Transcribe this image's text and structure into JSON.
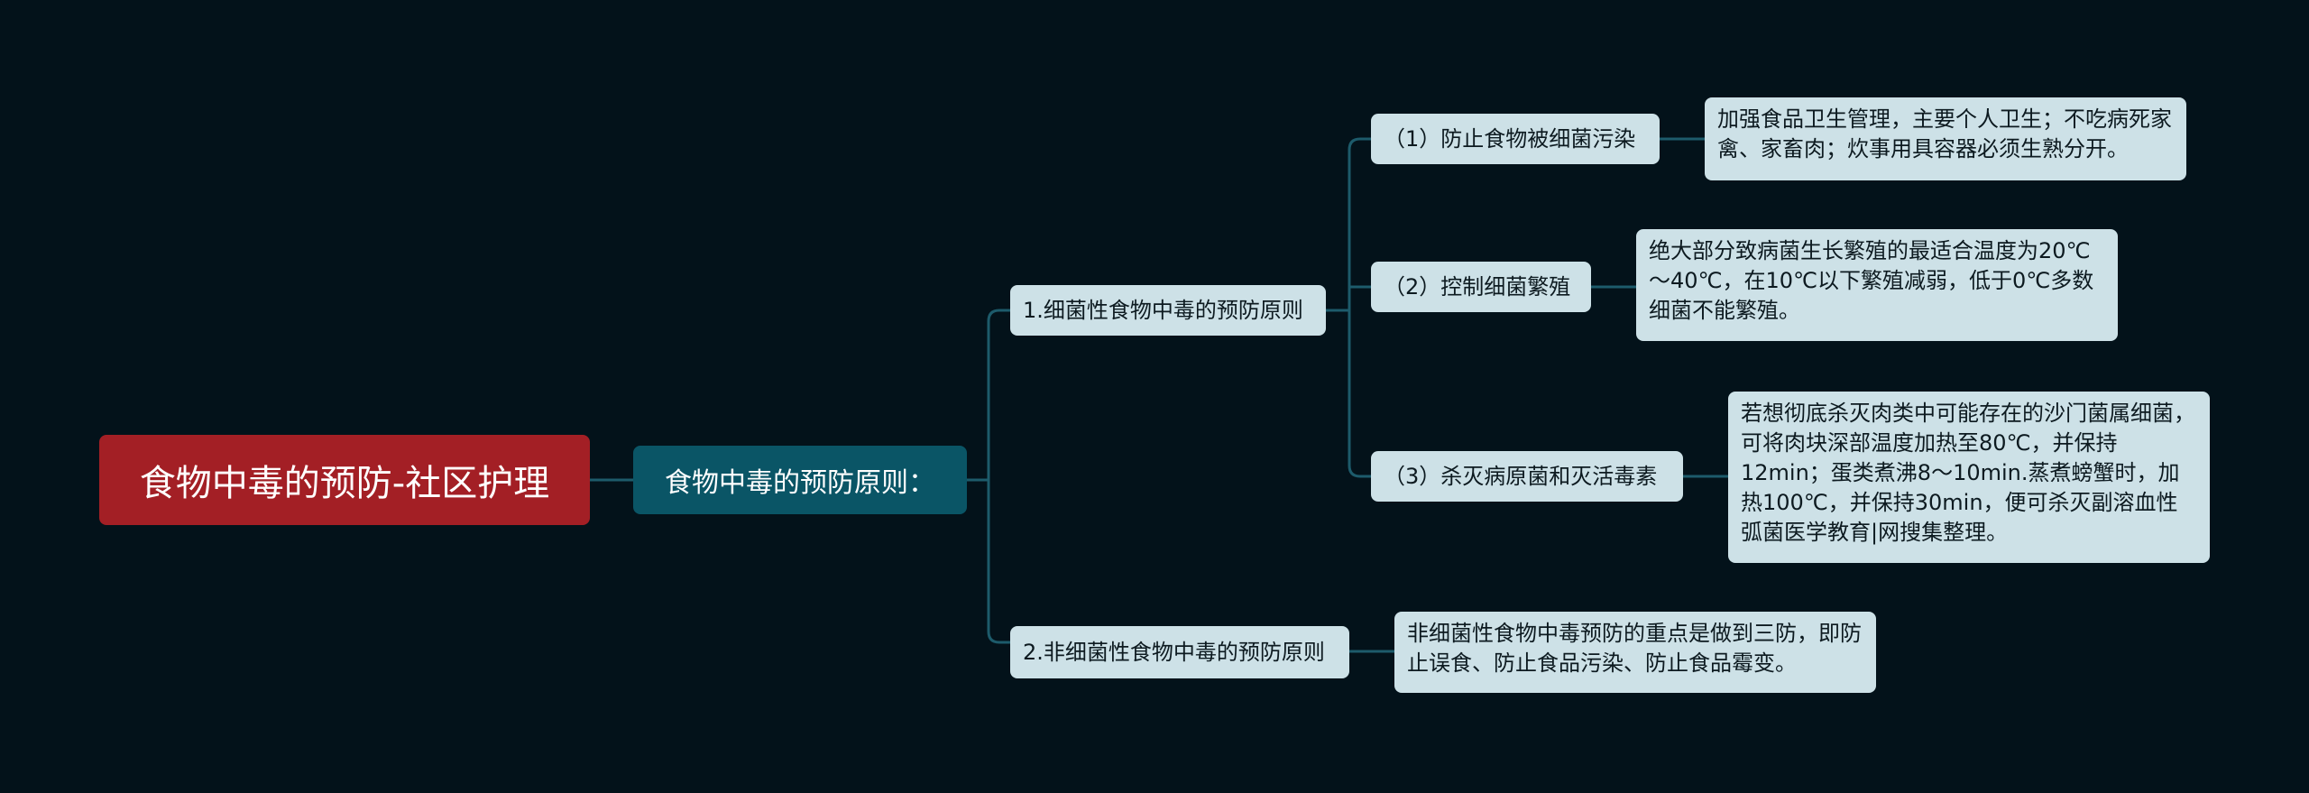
{
  "root": {
    "label": "食物中毒的预防-社区护理"
  },
  "principles": {
    "label": "食物中毒的预防原则："
  },
  "bacterial": {
    "label": "1.细菌性食物中毒的预防原则",
    "items": [
      {
        "label": "（1）防止食物被细菌污染",
        "detail": "加强食品卫生管理，主要个人卫生；不吃病死家禽、家畜肉；炊事用具容器必须生熟分开。"
      },
      {
        "label": "（2）控制细菌繁殖",
        "detail": "绝大部分致病菌生长繁殖的最适合温度为20℃～40℃，在10℃以下繁殖减弱，低于0℃多数细菌不能繁殖。"
      },
      {
        "label": "（3）杀灭病原菌和灭活毒素",
        "detail": " 若想彻底杀灭肉类中可能存在的沙门菌属细菌，可将肉块深部温度加热至80℃，并保持12min；蛋类煮沸8～10min.蒸煮螃蟹时，加热100℃，并保持30min，便可杀灭副溶血性弧菌医学教育|网搜集整理。"
      }
    ]
  },
  "nonbacterial": {
    "label": "2.非细菌性食物中毒的预防原则",
    "detail": "非细菌性食物中毒预防的重点是做到三防，即防止误食、防止食品污染、防止食品霉变。"
  },
  "colors": {
    "background": "#03121a",
    "root": "#a31f25",
    "sub": "#0a5566",
    "leaf": "#cde1e7",
    "connector": "#1d5b6b"
  }
}
